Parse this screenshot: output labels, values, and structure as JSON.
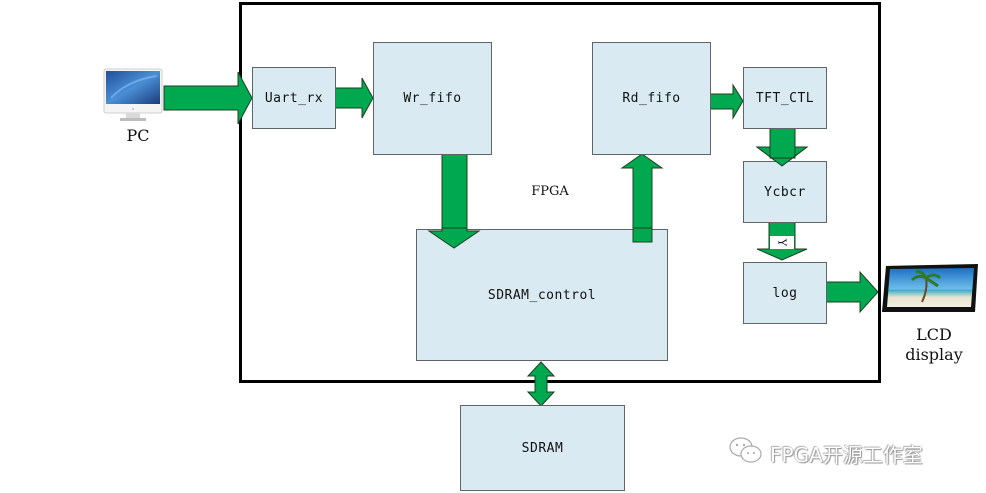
{
  "diagram": {
    "container_label": "FPGA",
    "external": {
      "pc_label": "PC",
      "lcd_label_line1": "LCD",
      "lcd_label_line2": "display"
    },
    "blocks": {
      "uart_rx": "Uart_rx",
      "wr_fifo": "Wr_fifo",
      "rd_fifo": "Rd_fifo",
      "tft_ctl": "TFT_CTL",
      "ycbcr": "Ycbcr",
      "log": "log",
      "sdram_control": "SDRAM_control",
      "sdram": "SDRAM"
    },
    "edge_labels": {
      "ycbcr_to_log": "Y"
    },
    "connections": [
      {
        "from": "PC",
        "to": "Uart_rx"
      },
      {
        "from": "Uart_rx",
        "to": "Wr_fifo"
      },
      {
        "from": "Wr_fifo",
        "to": "SDRAM_control"
      },
      {
        "from": "SDRAM_control",
        "to": "Rd_fifo"
      },
      {
        "from": "Rd_fifo",
        "to": "TFT_CTL"
      },
      {
        "from": "TFT_CTL",
        "to": "Ycbcr"
      },
      {
        "from": "Ycbcr",
        "to": "log",
        "label": "Y"
      },
      {
        "from": "log",
        "to": "LCD display"
      },
      {
        "from": "SDRAM_control",
        "to": "SDRAM",
        "bidirectional": true
      }
    ],
    "colors": {
      "block_fill": "#daeaf2",
      "block_border": "#5f6468",
      "arrow_fill": "#00a84f",
      "arrow_stroke": "#1e3f22",
      "frame_border": "#000000"
    }
  },
  "watermark": {
    "text": "FPGA开源工作室",
    "icon": "wechat-icon"
  }
}
